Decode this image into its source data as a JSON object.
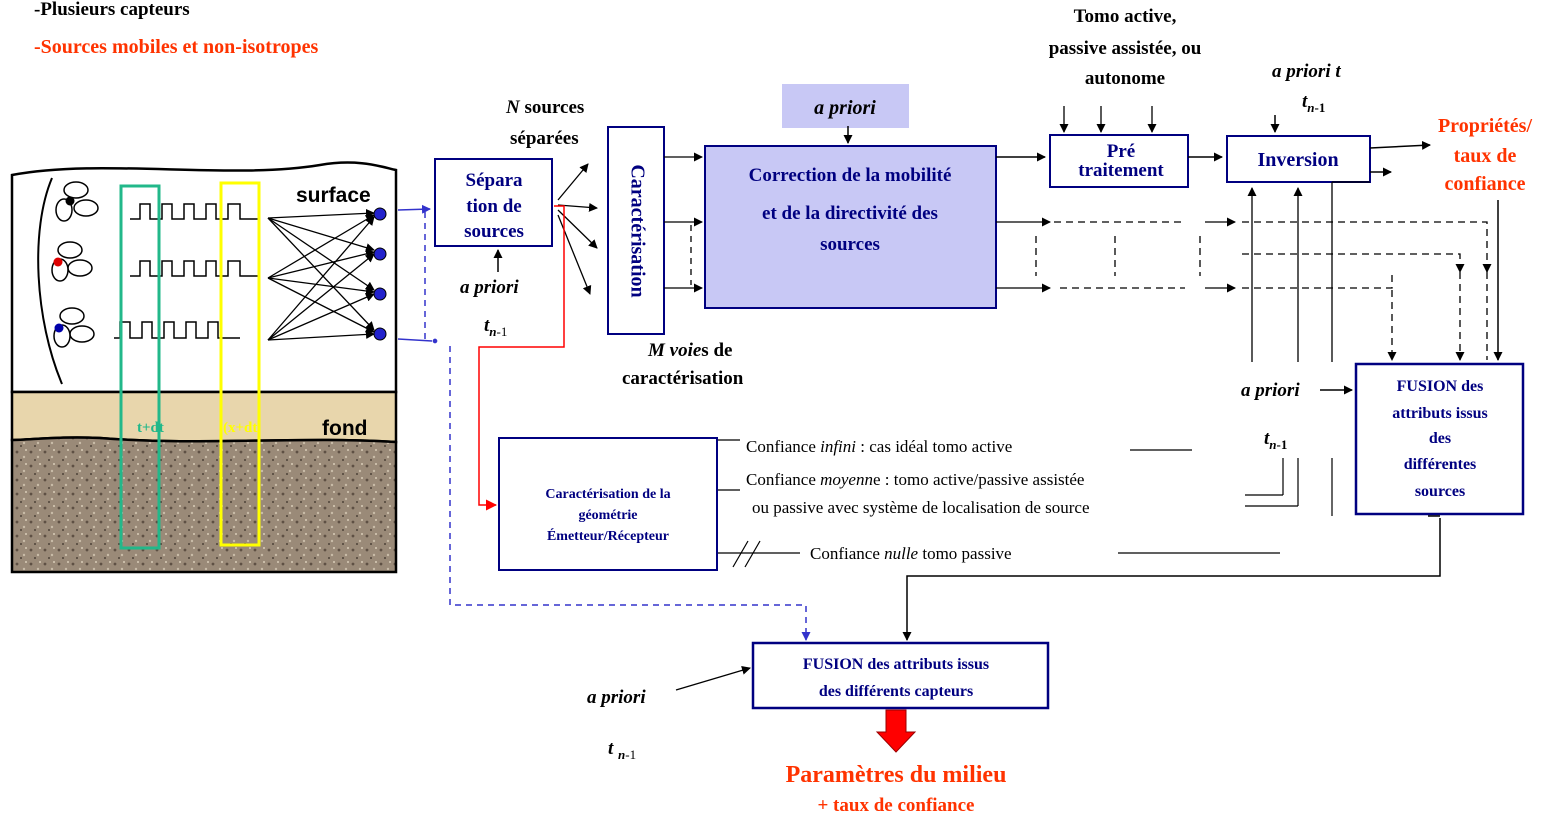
{
  "header": {
    "line1": "-Plusieurs capteurs",
    "line2": "-Sources mobiles et non-isotropes"
  },
  "scene": {
    "surface": "surface",
    "fond": "fond",
    "label_t": "t+dt",
    "label_x": "(x+dt"
  },
  "nodes": {
    "separation": [
      "Sépara",
      "tion de",
      "sources"
    ],
    "caracterisation": "Caractérisation",
    "correction": [
      "Correction de la mobilité",
      "et de la directivité des",
      "sources"
    ],
    "pretraitement": [
      "Pré",
      "traitement"
    ],
    "inversion": "Inversion",
    "fusion_sources": [
      "FUSION des",
      "attributs issus",
      "des",
      "différentes",
      "sources"
    ],
    "geometrie": [
      "Caractérisation de la",
      "géométrie",
      "Émetteur/Récepteur"
    ],
    "fusion_capteurs": [
      "FUSION des attributs issus",
      "des  différents capteurs"
    ]
  },
  "labels": {
    "n_sources_n": "N",
    "n_sources_rest": " sources",
    "separees": "séparées",
    "apriori_top": "a priori",
    "apriori_sep": "a priori",
    "tn1_sep_t": "t",
    "tn1_sep_sub": "n",
    "tn1_sep_tail": "-1",
    "m_voies_1": "M voie",
    "m_voies_2": "s",
    "m_voies_3": " de",
    "m_voies_4": "caractérisation",
    "tomo": [
      "Tomo active,",
      "passive assistée, ou",
      "autonome"
    ],
    "apriori_inv": "a priori t",
    "tn1_inv_t": "t",
    "tn1_inv_sub": "n",
    "tn1_inv_tail": "-1",
    "proprietes": [
      "Propriétés/",
      "taux de",
      "confiance"
    ],
    "apriori_fusion": "a priori",
    "tn1_fusion_t": "t",
    "tn1_fusion_sub": "n",
    "tn1_fusion_tail": "-1",
    "apriori_bottom": "a priori",
    "tn1_bottom_t": "t ",
    "tn1_bottom_sub": "n",
    "tn1_bottom_tail": "-1",
    "conf_infini_a": "Confiance ",
    "conf_infini_b": "infini",
    "conf_infini_c": " : cas idéal tomo active",
    "conf_moy_a": "Confiance ",
    "conf_moy_b": "moyenn",
    "conf_moy_c": "e  : tomo active/passive assistée",
    "conf_moy_2": "ou passive avec système de localisation de source",
    "conf_nulle_a": "Confiance ",
    "conf_nulle_b": "nulle",
    "conf_nulle_c": " tomo passive",
    "result_1": "Paramètres du milieu",
    "result_2": "+ taux de confiance"
  },
  "colors": {
    "accent_red": "#ff3300",
    "link_blue": "#3333cc",
    "box_border": "#000080",
    "box_fill": "#c8c8f5",
    "sensor_green": "#22b88a",
    "sensor_yellow": "#ffff00",
    "sand": "#e8d6ac",
    "rock": "#9a8a78"
  }
}
